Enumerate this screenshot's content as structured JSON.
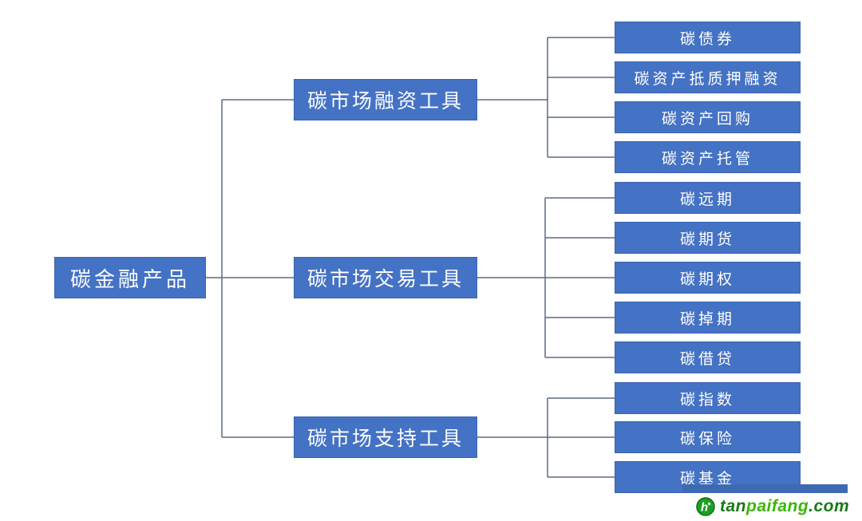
{
  "diagram": {
    "root": {
      "label": "碳金融产品"
    },
    "branches": [
      {
        "label": "碳市场融资工具",
        "children": [
          "碳债券",
          "碳资产抵质押融资",
          "碳资产回购",
          "碳资产托管"
        ]
      },
      {
        "label": "碳市场交易工具",
        "children": [
          "碳远期",
          "碳期货",
          "碳期权",
          "碳掉期",
          "碳借贷"
        ]
      },
      {
        "label": "碳市场支持工具",
        "children": [
          "碳指数",
          "碳保险",
          "碳基金"
        ]
      }
    ],
    "colors": {
      "node_fill": "#4472c4",
      "node_text": "#ffffff",
      "connector": "#5b6b84"
    }
  },
  "watermark": {
    "site_prefix": "tan",
    "site_mid": "paifang",
    "site_suffix": ".com",
    "logo": "tanpaifang-logo",
    "colors": {
      "bar": "#3d6ab3",
      "text_dark": "#177a17",
      "text_bright": "#3cb50a",
      "logo_green": "#1f9e23"
    }
  }
}
